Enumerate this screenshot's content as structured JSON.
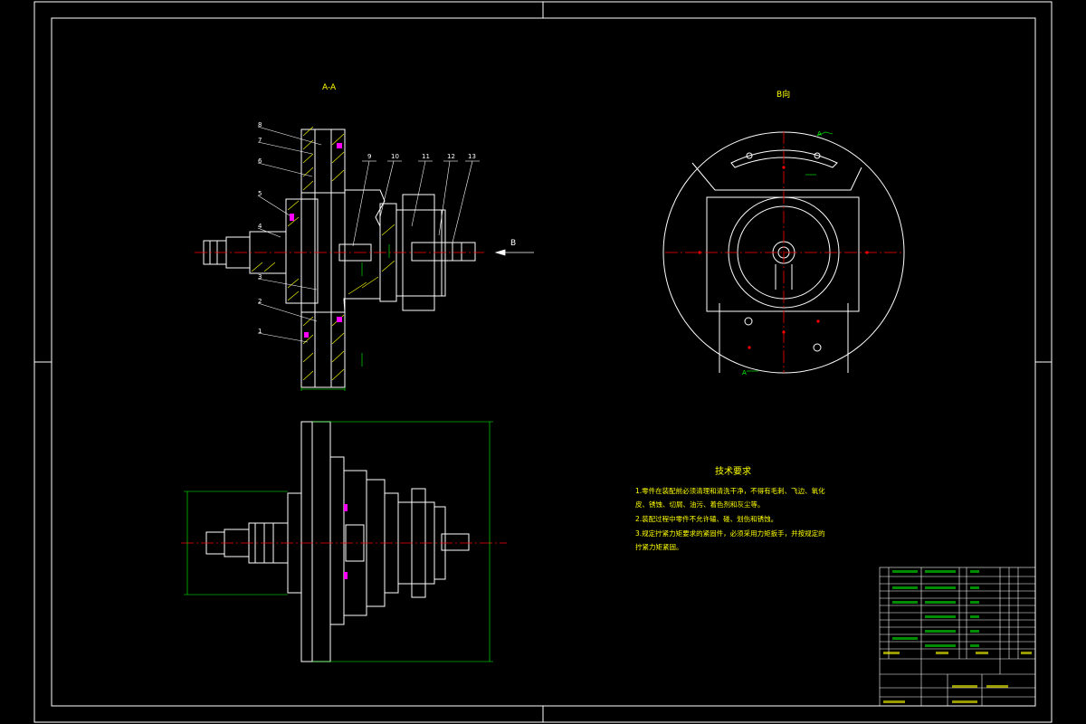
{
  "views": {
    "section_aa_label": "A-A",
    "view_b_label": "B向",
    "arrow_b_label": "B",
    "arrow_a_label": "A"
  },
  "balloons": [
    "8",
    "7",
    "6",
    "5",
    "4",
    "3",
    "2",
    "1",
    "9",
    "10",
    "11",
    "12",
    "13"
  ],
  "tech_requirements": {
    "title": "技术要求",
    "lines": [
      "1.零件在装配前必须清理和清洗干净，不得有毛刺、飞边、氧化",
      "皮、锈蚀、切屑、油污、着色剂和灰尘等。",
      "2.装配过程中零件不允许磕、碰、划伤和锈蚀。",
      "3.规定拧紧力矩要求的紧固件，必须采用力矩扳手，并按规定的",
      "拧紧力矩紧固。"
    ]
  },
  "colors": {
    "frame": "#ffffff",
    "outline": "#ffffff",
    "centerline": "#ff0000",
    "dimension": "#00ff00",
    "text": "#ffff00",
    "hatch": "#ffff00",
    "fill_magenta": "#ff00ff"
  }
}
